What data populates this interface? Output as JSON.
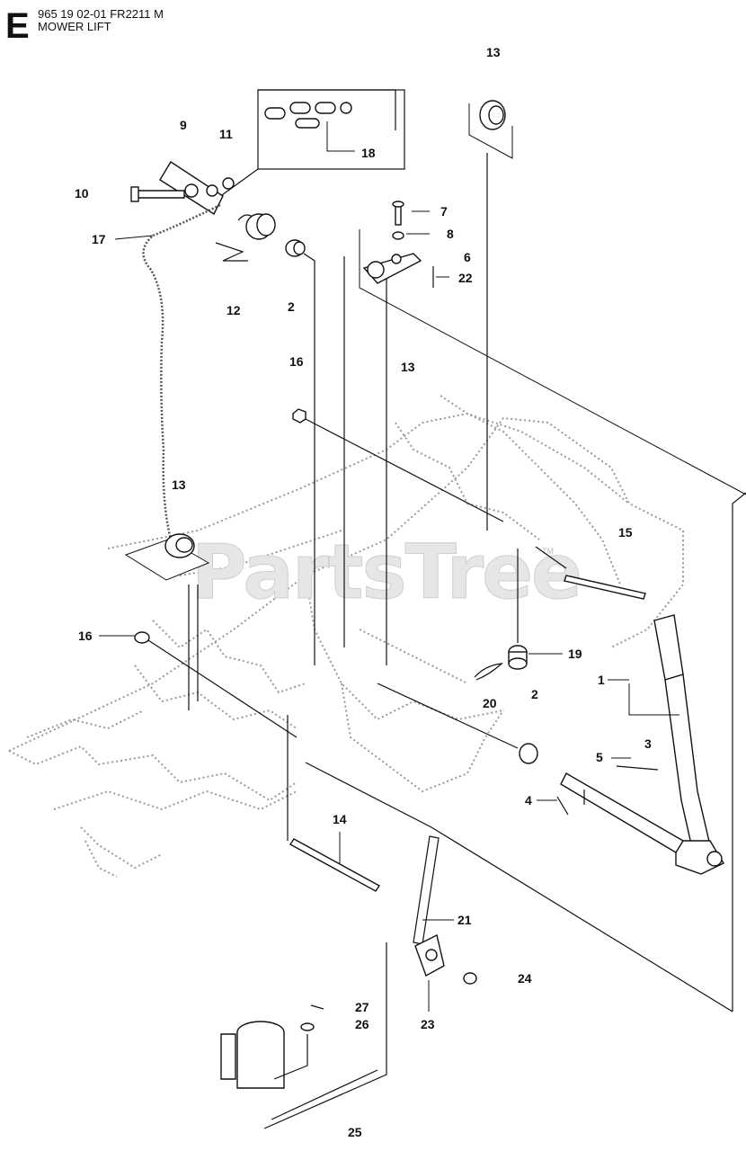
{
  "header": {
    "section_letter": "E",
    "part_number": "965 19 02-01 FR2211 M",
    "title": "MOWER LIFT"
  },
  "watermark": {
    "text": "PartsTree",
    "trademark": "TM"
  },
  "callouts": [
    "13",
    "9",
    "11",
    "18",
    "10",
    "7",
    "17",
    "8",
    "6",
    "22",
    "12",
    "2",
    "16",
    "13",
    "13",
    "15",
    "16",
    "19",
    "1",
    "2",
    "20",
    "5",
    "3",
    "4",
    "14",
    "21",
    "24",
    "27",
    "26",
    "23",
    "25"
  ]
}
